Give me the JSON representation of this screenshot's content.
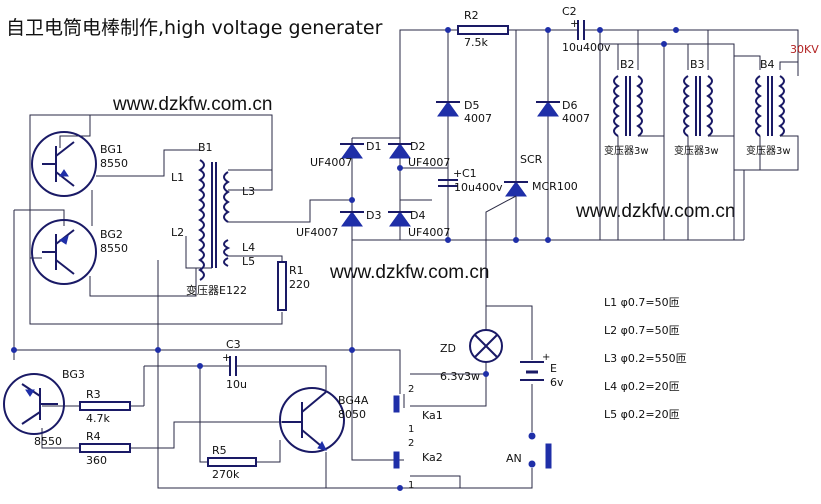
{
  "title": "自卫电筒电棒制作,high voltage generater",
  "watermarks": [
    "www.dzkfw.com.cn",
    "www.dzkfw.com.cn",
    "www.dzkfw.com.cn"
  ],
  "transistors": {
    "bg1": {
      "name": "BG1",
      "type": "8550"
    },
    "bg2": {
      "name": "BG2",
      "type": "8550"
    },
    "bg3": {
      "name": "BG3",
      "type": "8550"
    },
    "bg4": {
      "name": "BG4A",
      "type": "8050"
    }
  },
  "transformer_main": {
    "name": "B1",
    "l1": "L1",
    "l2": "L2",
    "l3": "L3",
    "l4": "L4",
    "l5": "L5",
    "caption": "变压器E122"
  },
  "resistors": {
    "r1": {
      "name": "R1",
      "value": "220"
    },
    "r2": {
      "name": "R2",
      "value": "7.5k"
    },
    "r3": {
      "name": "R3",
      "value": "4.7k"
    },
    "r4": {
      "name": "R4",
      "value": "360"
    },
    "r5": {
      "name": "R5",
      "value": "270k"
    }
  },
  "capacitors": {
    "c1": {
      "name": "C1",
      "value": "10u400v",
      "plus": "+"
    },
    "c2": {
      "name": "C2",
      "value": "10u400v",
      "plus": "+"
    },
    "c3": {
      "name": "C3",
      "value": "10u",
      "plus": "+"
    }
  },
  "diodes": {
    "d1": {
      "name": "D1",
      "type": "UF4007"
    },
    "d2": {
      "name": "D2",
      "type": "UF4007"
    },
    "d3": {
      "name": "D3",
      "type": "UF4007"
    },
    "d4": {
      "name": "D4",
      "type": "UF4007"
    },
    "d5": {
      "name": "D5",
      "type": "4007"
    },
    "d6": {
      "name": "D6",
      "type": "4007"
    }
  },
  "scr": {
    "name": "SCR",
    "type": "MCR100"
  },
  "hv_transformers": [
    {
      "name": "B2",
      "caption": "变压器3w"
    },
    {
      "name": "B3",
      "caption": "变压器3w"
    },
    {
      "name": "B4",
      "caption": "变压器3w"
    }
  ],
  "output": "30KV",
  "lamp": {
    "name": "ZD",
    "rating": "6.3v3w"
  },
  "battery": {
    "name": "E",
    "voltage": "6v",
    "plus": "+"
  },
  "switch_an": "AN",
  "relays": {
    "ka1": {
      "name": "Ka1",
      "pin_top": "2",
      "pin_bottom": "1"
    },
    "ka2": {
      "name": "Ka2",
      "pin_top": "2",
      "pin_bottom": "1"
    }
  },
  "winding_specs": [
    "L1  φ0.7=50匝",
    "L2  φ0.7=50匝",
    "L3  φ0.2=550匝",
    "L4  φ0.2=20匝",
    "L5  φ0.2=20匝"
  ]
}
